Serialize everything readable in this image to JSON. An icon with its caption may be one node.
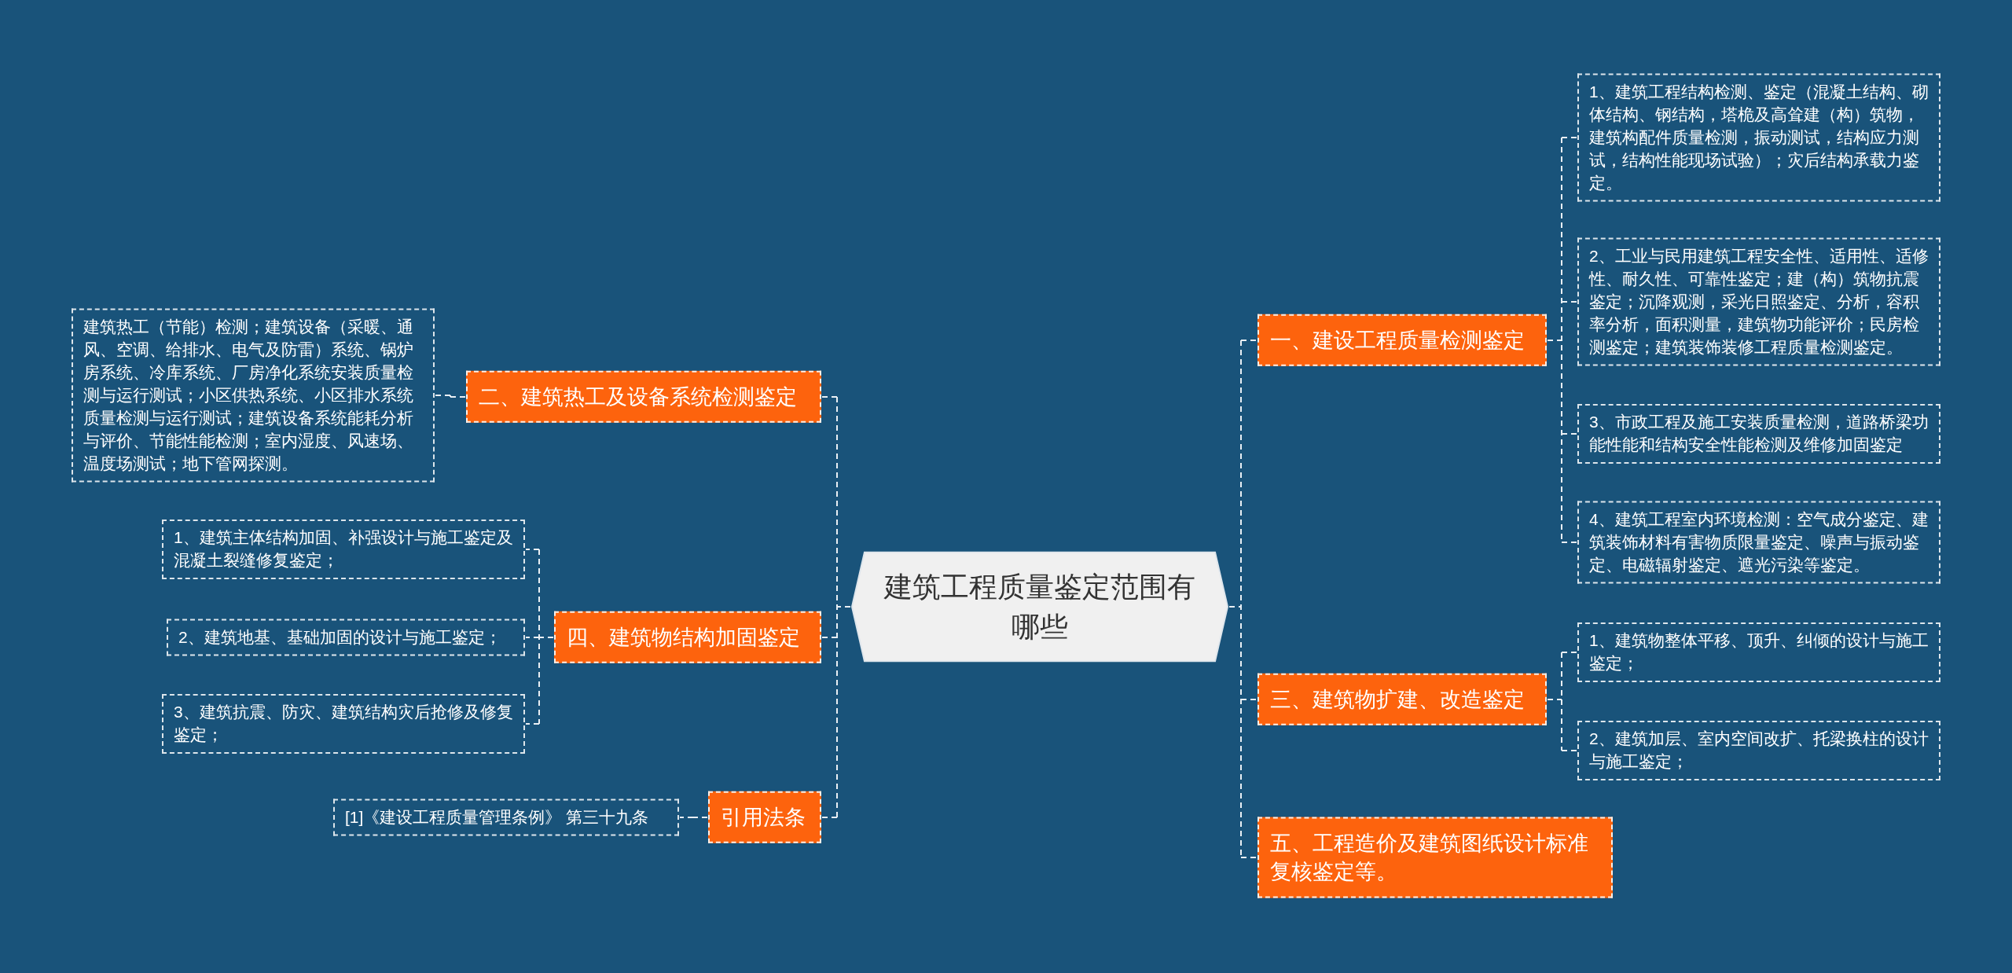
{
  "diagram": {
    "nodes": [
      {
        "text": [
          "建筑工程质量鉴定范围有哪些"
        ]
      },
      {
        "text": [
          "一、建设工程质量检测鉴定"
        ]
      },
      {
        "text": [
          "1、建筑工程结构检测、鉴定（混凝土结构、砌体结构、钢结构，塔桅及高耸建（构）筑物，建筑构配件质量检测，振动测试，结构应力测试，结构性能现场试验）；灾后结构承载力鉴定。"
        ]
      },
      {
        "text": [
          "2、工业与民用建筑工程安全性、适用性、适修性、耐久性、可靠性鉴定；建（构）筑物抗震鉴定；沉降观测，采光日照鉴定、分析，容积率分析，面积测量，建筑物功能评价；民房检测鉴定；建筑装饰装修工程质量检测鉴定。"
        ]
      },
      {
        "text": [
          "3、市政工程及施工安装质量检测，道路桥梁功能性能和结构安全性能检测及维修加固鉴定"
        ]
      },
      {
        "text": [
          "4、建筑工程室内环境检测：空气成分鉴定、建筑装饰材料有害物质限量鉴定、噪声与振动鉴定、电磁辐射鉴定、遮光污染等鉴定。"
        ]
      },
      {
        "text": [
          "三、建筑物扩建、改造鉴定"
        ]
      },
      {
        "text": [
          "1、建筑物整体平移、顶升、纠倾的设计与施工鉴定；"
        ]
      },
      {
        "text": [
          "2、建筑加层、室内空间改扩、托梁换柱的设计与施工鉴定；"
        ]
      },
      {
        "text": [
          "五、工程造价及建筑图纸设计标准复核鉴定等。"
        ]
      },
      {
        "text": [
          "二、建筑热工及设备系统检测鉴定"
        ]
      },
      {
        "text": [
          "建筑热工（节能）检测；建筑设备（采暖、通风、空调、给排水、电气及防雷）系统、锅炉房系统、冷库系统、厂房净化系统安装质量检测与运行测试；小区供热系统、小区排水系统质量检测与运行测试；建筑设备系统能耗分析与评价、节能性能检测；室内湿度、风速场、温度场测试；地下管网探测。"
        ]
      },
      {
        "text": [
          "四、建筑物结构加固鉴定"
        ]
      },
      {
        "text": [
          "1、建筑主体结构加固、补强设计与施工鉴定及混凝土裂缝修复鉴定；"
        ]
      },
      {
        "text": [
          "2、建筑地基、基础加固的设计与施工鉴定；"
        ]
      },
      {
        "text": [
          "3、建筑抗震、防灾、建筑结构灾后抢修及修复鉴定；"
        ]
      },
      {
        "text": [
          "引用法条"
        ]
      },
      {
        "text": [
          "[1]《建设工程质量管理条例》 第三十九条"
        ]
      }
    ],
    "edges": [
      {
        "from": 0,
        "to": 1,
        "arrow": "none"
      },
      {
        "from": 1,
        "to": 2,
        "arrow": "none"
      },
      {
        "from": 1,
        "to": 3,
        "arrow": "none"
      },
      {
        "from": 1,
        "to": 4,
        "arrow": "none"
      },
      {
        "from": 1,
        "to": 5,
        "arrow": "none"
      },
      {
        "from": 0,
        "to": 6,
        "arrow": "none"
      },
      {
        "from": 6,
        "to": 7,
        "arrow": "none"
      },
      {
        "from": 6,
        "to": 8,
        "arrow": "none"
      },
      {
        "from": 0,
        "to": 9,
        "arrow": "none"
      },
      {
        "from": 0,
        "to": 10,
        "arrow": "none"
      },
      {
        "from": 10,
        "to": 11,
        "arrow": "none"
      },
      {
        "from": 0,
        "to": 12,
        "arrow": "none"
      },
      {
        "from": 12,
        "to": 13,
        "arrow": "none"
      },
      {
        "from": 12,
        "to": 14,
        "arrow": "none"
      },
      {
        "from": 12,
        "to": 15,
        "arrow": "none"
      },
      {
        "from": 0,
        "to": 16,
        "arrow": "none"
      },
      {
        "from": 16,
        "to": 17,
        "arrow": "none"
      }
    ]
  }
}
